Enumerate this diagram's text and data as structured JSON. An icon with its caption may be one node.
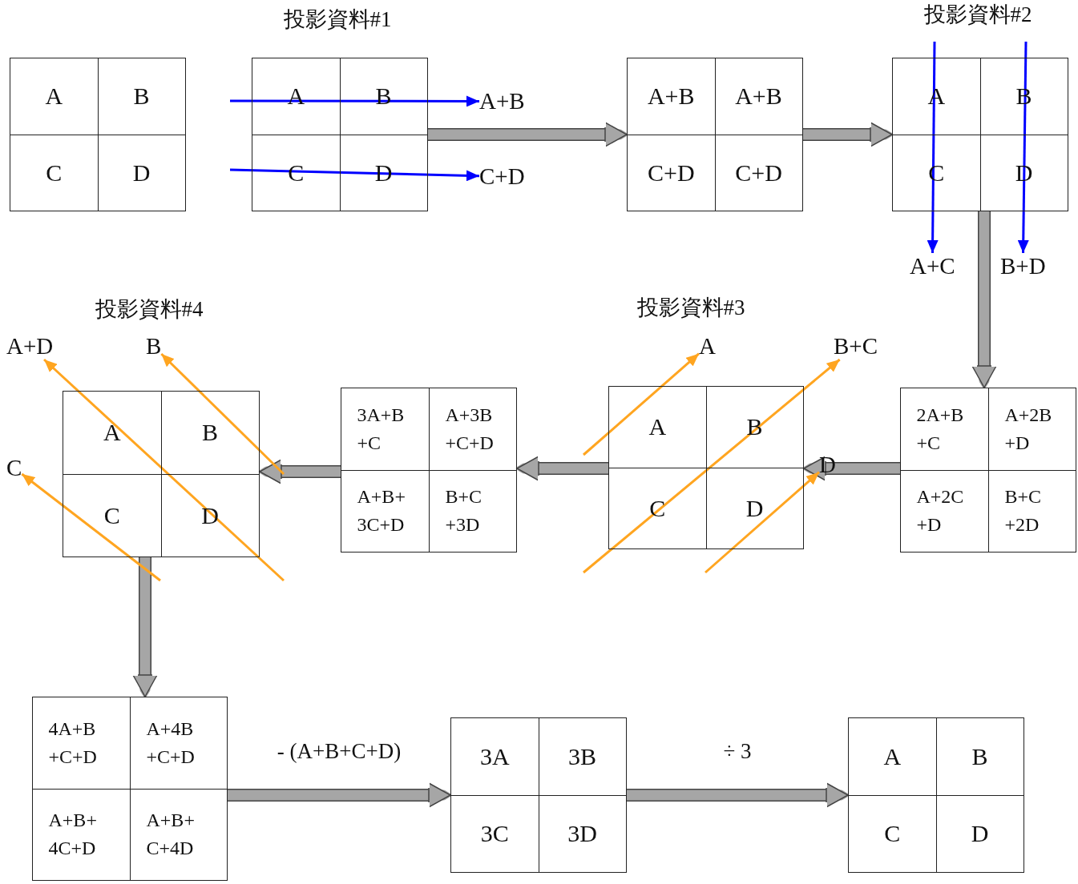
{
  "diagram": {
    "nodes": [
      {
        "text": [],
        "shape": "box"
      },
      {
        "text": [
          "A"
        ],
        "in": 0
      },
      {
        "text": [
          "B"
        ],
        "in": 0
      },
      {
        "text": [
          "C"
        ],
        "in": 0
      },
      {
        "text": [
          "D"
        ],
        "in": 0
      },
      {
        "text": [],
        "shape": "box"
      },
      {
        "text": [
          "A"
        ],
        "in": 5
      },
      {
        "text": [
          "B"
        ],
        "in": 5
      },
      {
        "text": [
          "C"
        ],
        "in": 5
      },
      {
        "text": [
          "D"
        ],
        "in": 5
      },
      {
        "text": [
          "A+B"
        ]
      },
      {
        "text": [
          "C+D"
        ]
      },
      {
        "text": [],
        "shape": "box"
      },
      {
        "text": [
          "A+B"
        ],
        "in": 12
      },
      {
        "text": [
          "A+B"
        ],
        "in": 12
      },
      {
        "text": [
          "C+D"
        ],
        "in": 12
      },
      {
        "text": [
          "C+D"
        ],
        "in": 12
      },
      {
        "text": [],
        "shape": "box"
      },
      {
        "text": [
          "A"
        ],
        "in": 17
      },
      {
        "text": [
          "B"
        ],
        "in": 17
      },
      {
        "text": [
          "C"
        ],
        "in": 17
      },
      {
        "text": [
          "D"
        ],
        "in": 17
      },
      {
        "text": [
          "A+C"
        ]
      },
      {
        "text": [
          "B+D"
        ]
      },
      {
        "text": [
          "A+D"
        ]
      },
      {
        "text": [
          "B"
        ]
      },
      {
        "text": [
          "C"
        ]
      },
      {
        "text": [],
        "shape": "box"
      },
      {
        "text": [
          "A"
        ],
        "in": 27
      },
      {
        "text": [
          "B"
        ],
        "in": 27
      },
      {
        "text": [
          "C"
        ],
        "in": 27
      },
      {
        "text": [
          "D"
        ],
        "in": 27
      },
      {
        "text": [],
        "shape": "box"
      },
      {
        "text": [
          "3A+B +C"
        ],
        "in": 32
      },
      {
        "text": [
          "A+3B +C+D"
        ],
        "in": 32
      },
      {
        "text": [
          "A+B+ 3C+D"
        ],
        "in": 32
      },
      {
        "text": [
          "B+C +3D"
        ],
        "in": 32
      },
      {
        "text": [
          "A"
        ]
      },
      {
        "text": [],
        "shape": "box"
      },
      {
        "text": [
          "A"
        ],
        "in": 38
      },
      {
        "text": [
          "B"
        ],
        "in": 38
      },
      {
        "text": [
          "C"
        ],
        "in": 38
      },
      {
        "text": [
          "D"
        ],
        "in": 38
      },
      {
        "text": [
          "B+C"
        ]
      },
      {
        "text": [
          "D"
        ]
      },
      {
        "text": [],
        "shape": "box"
      },
      {
        "text": [
          "2A+B +C"
        ],
        "in": 45
      },
      {
        "text": [
          "A+2B +D"
        ],
        "in": 45
      },
      {
        "text": [
          "A+2C +D"
        ],
        "in": 45
      },
      {
        "text": [
          "B+C +2D"
        ],
        "in": 45
      },
      {
        "text": [],
        "shape": "box"
      },
      {
        "text": [
          "4A+B +C+D"
        ],
        "in": 50
      },
      {
        "text": [
          "A+4B +C+D"
        ],
        "in": 50
      },
      {
        "text": [
          "A+B+ 4C+D"
        ],
        "in": 50
      },
      {
        "text": [
          "A+B+ C+4D"
        ],
        "in": 50
      },
      {
        "text": [],
        "shape": "box"
      },
      {
        "text": [
          "3A"
        ],
        "in": 55
      },
      {
        "text": [
          "3B"
        ],
        "in": 55
      },
      {
        "text": [
          "3C"
        ],
        "in": 55
      },
      {
        "text": [
          "3D"
        ],
        "in": 55
      },
      {
        "text": [],
        "shape": "box"
      },
      {
        "text": [
          "A"
        ],
        "in": 60
      },
      {
        "text": [
          "B"
        ],
        "in": 60
      },
      {
        "text": [
          "C"
        ],
        "in": 60
      },
      {
        "text": [
          "D"
        ],
        "in": 60
      }
    ],
    "edges": [
      {
        "from": null,
        "to": 10,
        "arrow": "to",
        "color": "#0000ff"
      },
      {
        "from": null,
        "to": 11,
        "arrow": "to",
        "color": "#0000ff"
      },
      {
        "from": null,
        "to": 22,
        "arrow": "to",
        "color": "#0000ff"
      },
      {
        "from": null,
        "to": 23,
        "arrow": "to",
        "color": "#0000ff"
      },
      {
        "from": 5,
        "to": 12,
        "arrow": "to",
        "style": "thick",
        "color": "#a6a6a6"
      },
      {
        "from": 12,
        "to": 17,
        "arrow": "to",
        "style": "thick",
        "color": "#a6a6a6"
      },
      {
        "from": 17,
        "to": 45,
        "arrow": "to",
        "style": "thick",
        "color": "#a6a6a6"
      },
      {
        "from": 45,
        "to": 38,
        "arrow": "to",
        "style": "thick",
        "color": "#a6a6a6"
      },
      {
        "from": 38,
        "to": 32,
        "arrow": "to",
        "style": "thick",
        "color": "#a6a6a6"
      },
      {
        "from": 32,
        "to": 27,
        "arrow": "to",
        "style": "thick",
        "color": "#a6a6a6"
      },
      {
        "from": 27,
        "to": 50,
        "arrow": "to",
        "style": "thick",
        "color": "#a6a6a6"
      },
      {
        "from": 50,
        "to": 55,
        "arrow": "to",
        "style": "thick",
        "color": "#a6a6a6",
        "label": "- (A+B+C+D)"
      },
      {
        "from": 55,
        "to": 60,
        "arrow": "to",
        "style": "thick",
        "color": "#a6a6a6",
        "label": "÷ 3"
      },
      {
        "from": null,
        "to": 37,
        "arrow": "to",
        "color": "#ffa520"
      },
      {
        "from": null,
        "to": 43,
        "arrow": "to",
        "color": "#ffa520"
      },
      {
        "from": null,
        "to": 44,
        "arrow": "to",
        "color": "#ffa520"
      },
      {
        "from": null,
        "to": 24,
        "arrow": "to",
        "color": "#ffa520"
      },
      {
        "from": null,
        "to": 25,
        "arrow": "to",
        "color": "#ffa520"
      },
      {
        "from": null,
        "to": 26,
        "arrow": "to",
        "color": "#ffa520"
      }
    ],
    "labels": [
      "投影資料#1",
      "投影資料#2",
      "投影資料#4",
      "投影資料#3"
    ]
  }
}
